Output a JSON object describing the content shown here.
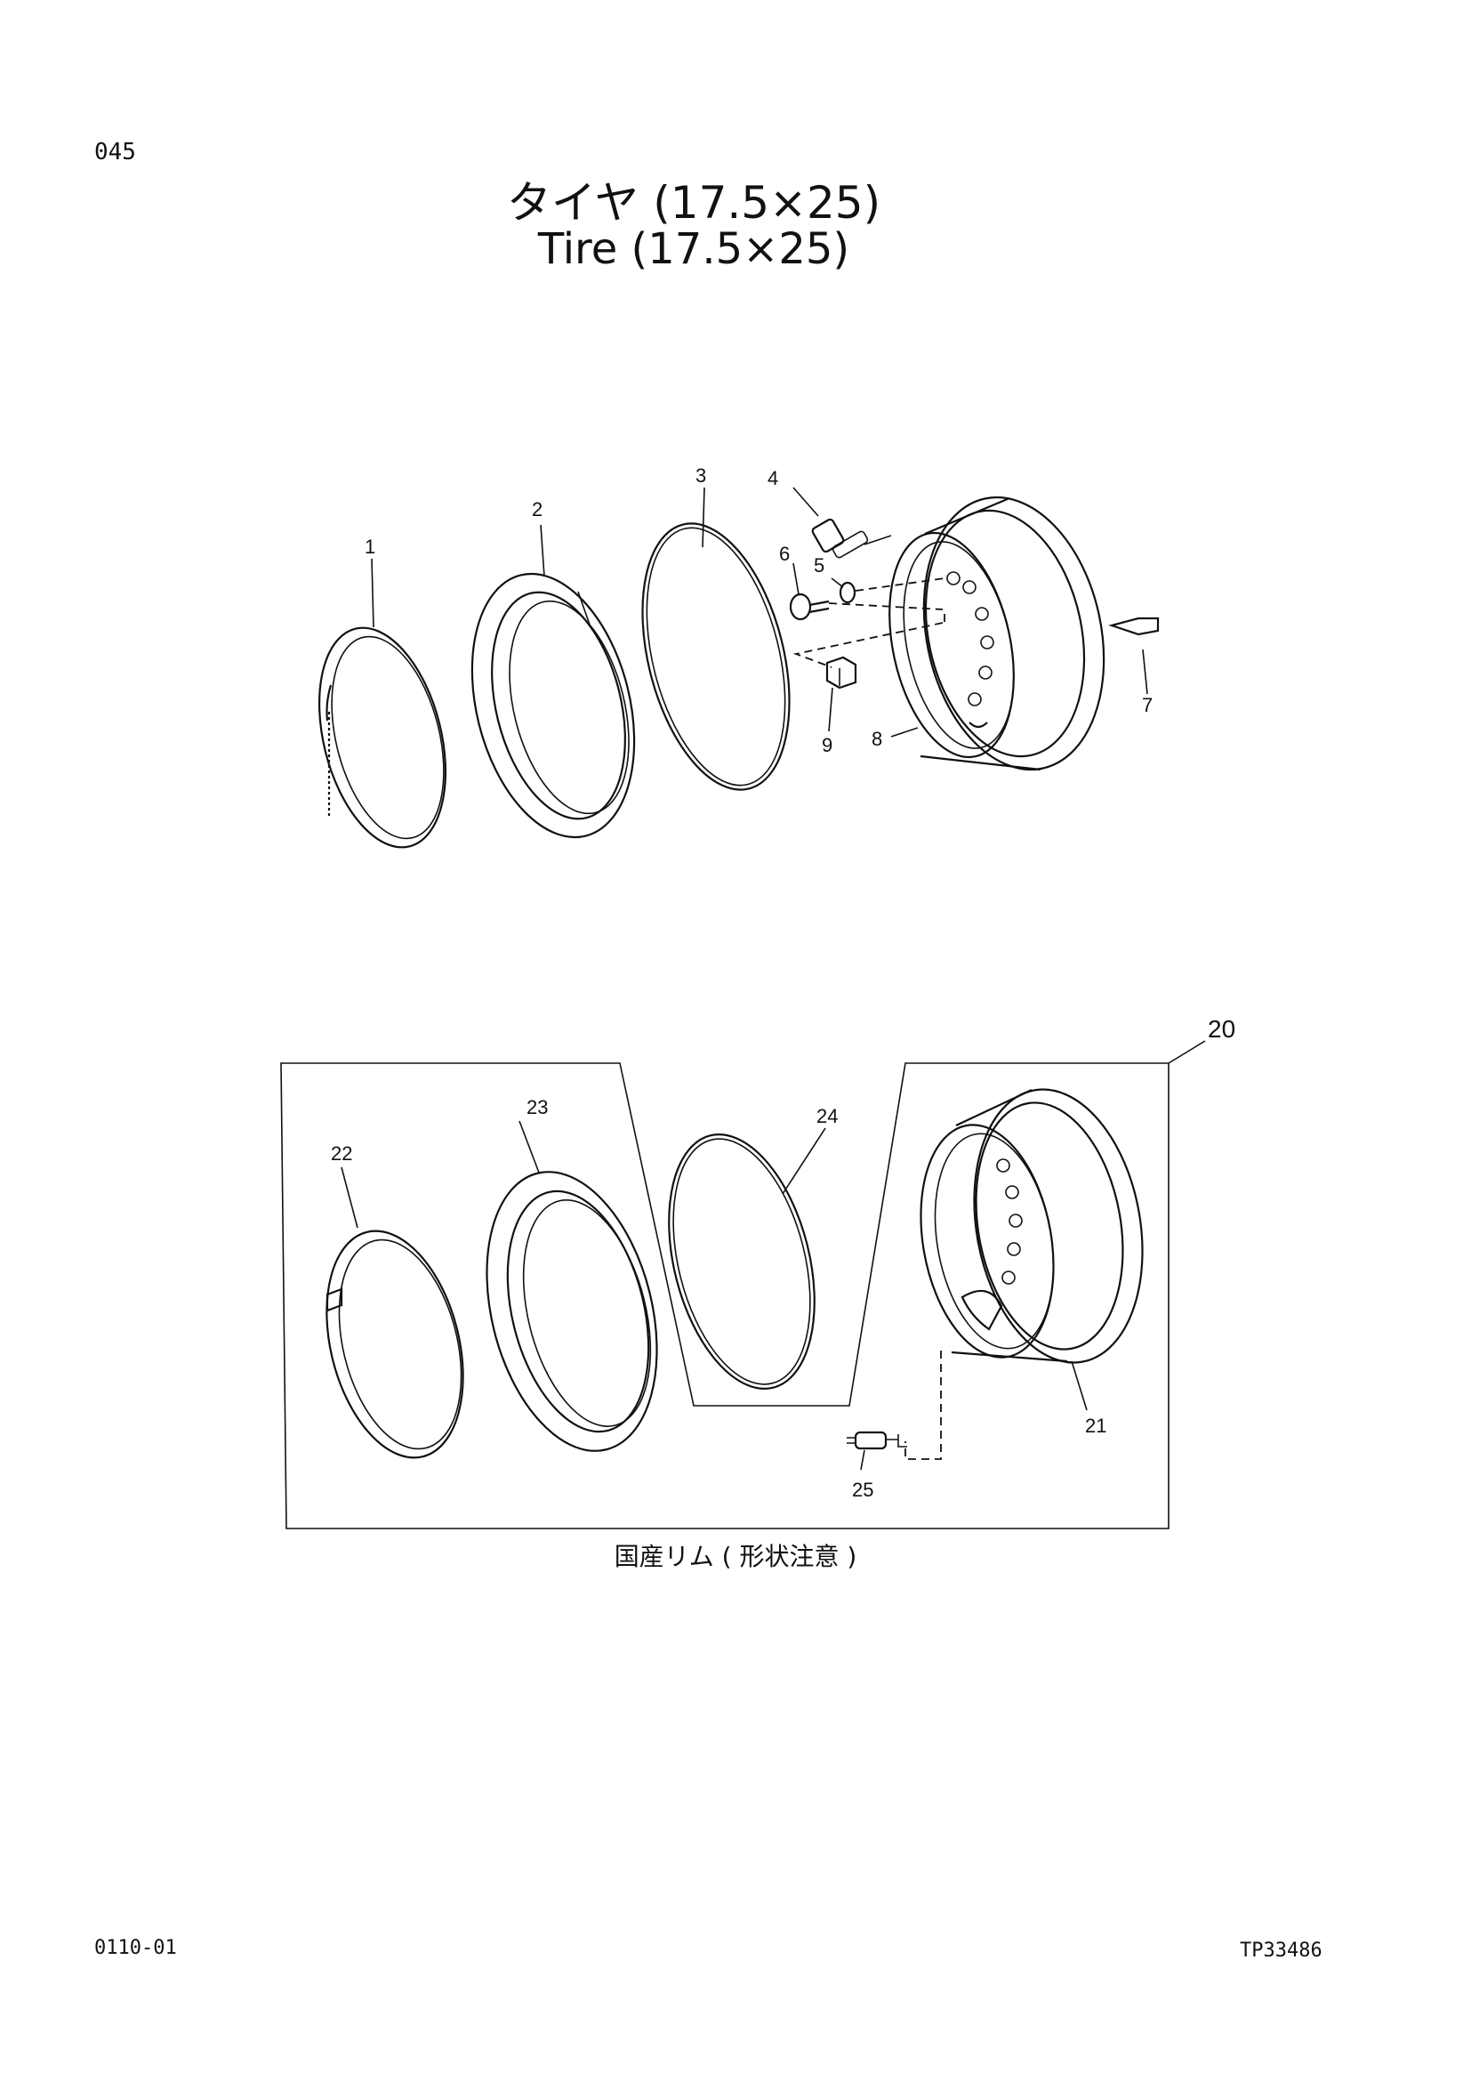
{
  "page_number": "045",
  "title_ja": "タイヤ (17.5×25)",
  "title_en": "Tire (17.5×25)",
  "callouts": {
    "p1": "1",
    "p2": "2",
    "p3": "3",
    "p4": "4",
    "p5": "5",
    "p6": "6",
    "p7": "7",
    "p8": "8",
    "p9": "9",
    "p20": "20",
    "p21": "21",
    "p22": "22",
    "p23": "23",
    "p24": "24",
    "p25": "25"
  },
  "caption": "国産リム ( 形状注意 )",
  "footer_left": "0110-01",
  "footer_right": "TP33486"
}
